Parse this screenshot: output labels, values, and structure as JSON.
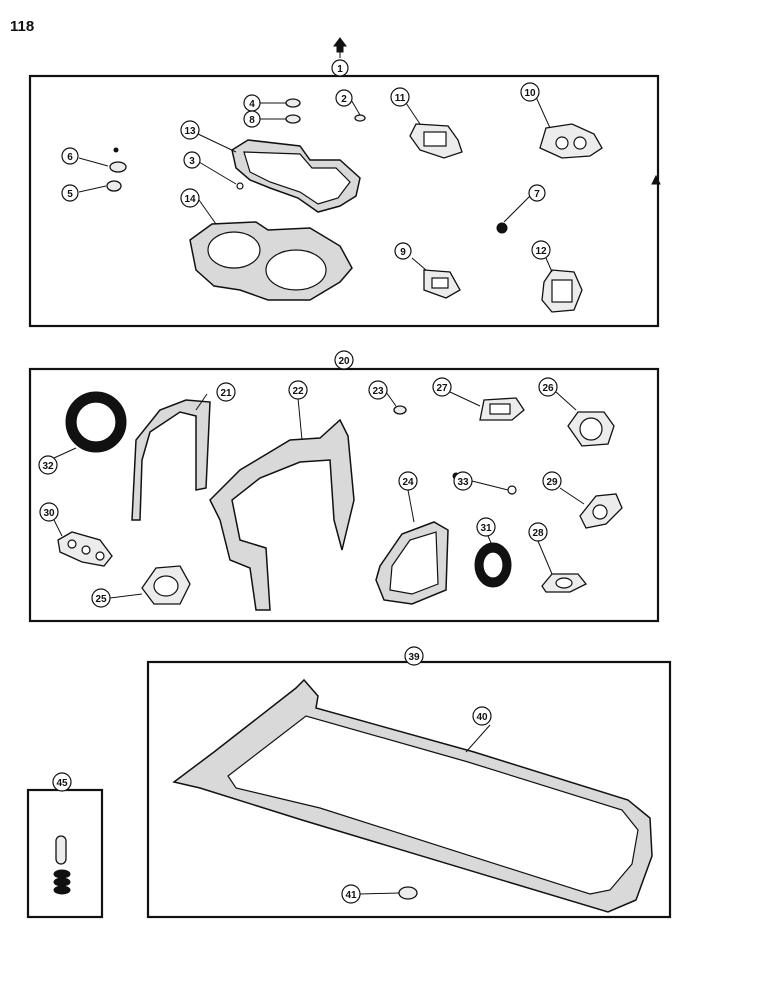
{
  "page_number": "118",
  "callouts": [
    "1",
    "2",
    "3",
    "4",
    "5",
    "6",
    "7",
    "8",
    "9",
    "10",
    "11",
    "12",
    "13",
    "14",
    "20",
    "21",
    "22",
    "23",
    "24",
    "25",
    "26",
    "27",
    "28",
    "29",
    "30",
    "31",
    "32",
    "33",
    "39",
    "40",
    "41",
    "45"
  ]
}
